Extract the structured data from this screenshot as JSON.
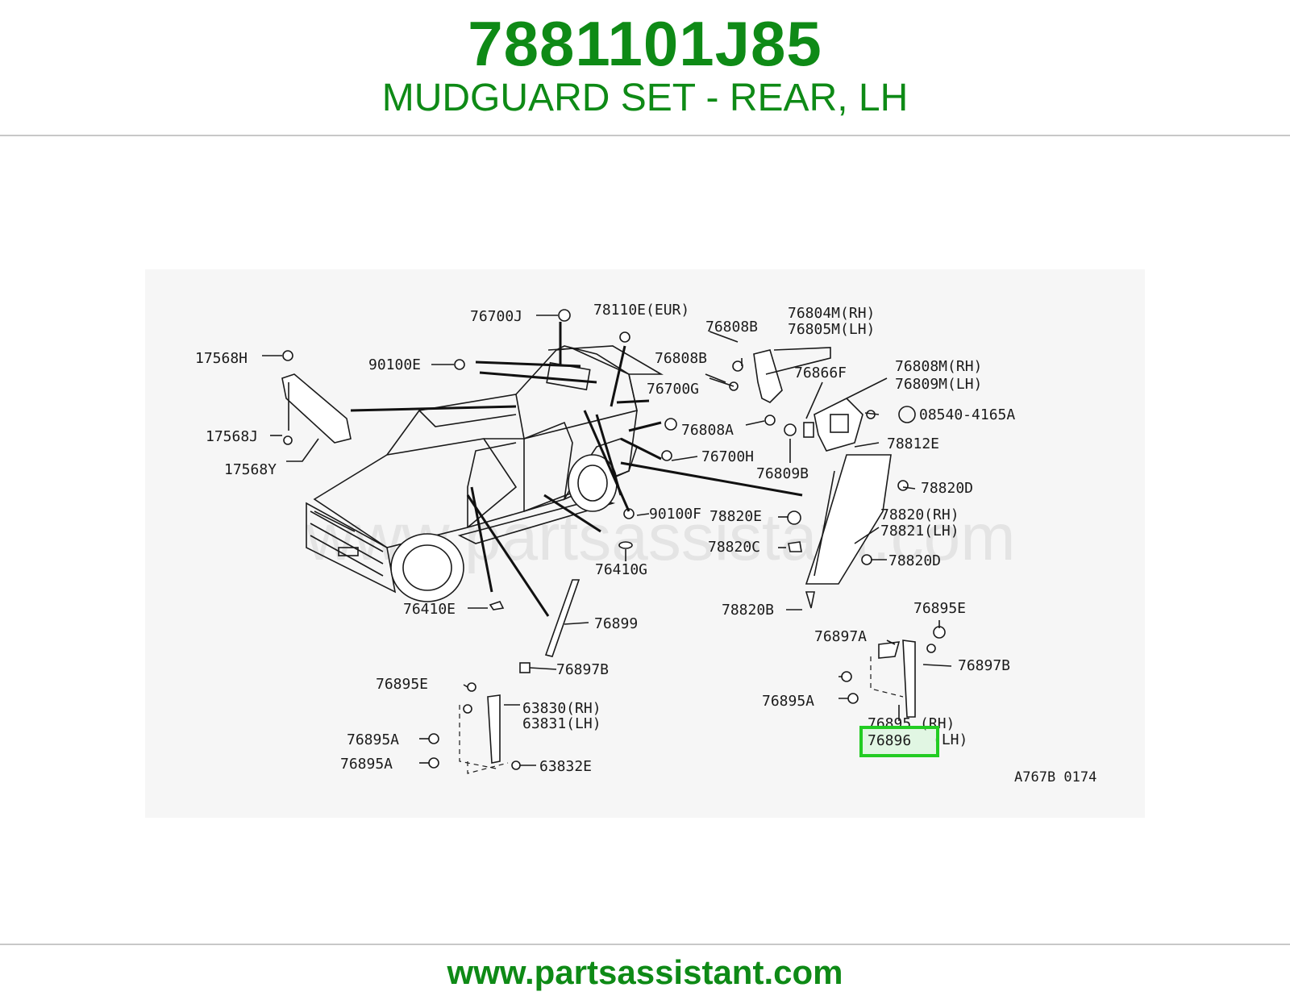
{
  "header": {
    "part_number": "7881101J85",
    "part_title": "MUDGUARD SET - REAR, LH"
  },
  "diagram": {
    "watermark": "www.partsassistant.com",
    "code": "A767B 0174",
    "highlighted_label": "76896",
    "labels": {
      "p76700J": "76700J",
      "p78110E": "78110E(EUR)",
      "p76804M": "76804M(RH)",
      "p76805M": "76805M(LH)",
      "p76808B_1": "76808B",
      "p76808B_2": "76808B",
      "p17568H": "17568H",
      "p90100E": "90100E",
      "p76866F": "76866F",
      "p76808M": "76808M(RH)",
      "p76809M": "76809M(LH)",
      "p76700G": "76700G",
      "p08540": "08540-4165A",
      "p76808A": "76808A",
      "p17568J": "17568J",
      "p78812E": "78812E",
      "p76700H": "76700H",
      "p17568Y": "17568Y",
      "p76809B": "76809B",
      "p78820D_1": "78820D",
      "p90100F": "90100F",
      "p78820E": "78820E",
      "p78820RH": "78820(RH)",
      "p78821LH": "78821(LH)",
      "p78820C": "78820C",
      "p78820D_2": "78820D",
      "p76410G": "76410G",
      "p78820B": "78820B",
      "p76410E": "76410E",
      "p76895E_1": "76895E",
      "p76899": "76899",
      "p76897A": "76897A",
      "p76897B_1": "76897B",
      "p76897B_2": "76897B",
      "p76895E_2": "76895E",
      "p63830": "63830(RH)",
      "p63831": "63831(LH)",
      "p76895A_1": "76895A",
      "p76895A_2": "76895A",
      "p76895A_3": "76895A",
      "p76895RH": "76895 (RH)",
      "p76896LH": "(LH)",
      "p63832E": "63832E"
    }
  },
  "footer": {
    "url": "www.partsassistant.com"
  }
}
